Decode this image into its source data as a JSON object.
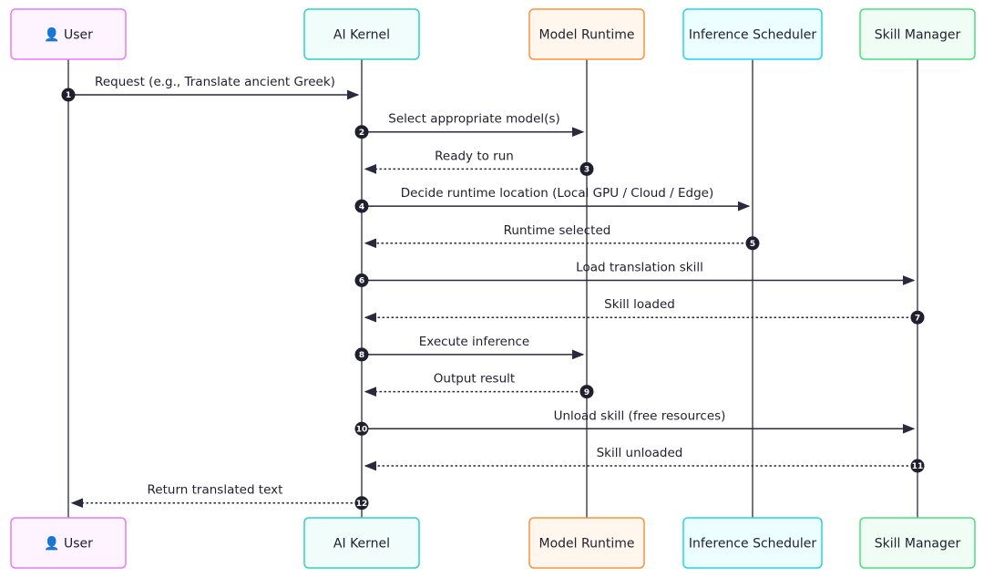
{
  "actors": [
    {
      "id": "user",
      "label": "👤 User",
      "border": "#e879f9",
      "fill": "#fdf4ff",
      "icon": "user-icon"
    },
    {
      "id": "kernel",
      "label": "AI Kernel",
      "border": "#2dd4bf",
      "fill": "#f0fdfa"
    },
    {
      "id": "runtime",
      "label": "Model Runtime",
      "border": "#fb923c",
      "fill": "#fff7ed"
    },
    {
      "id": "scheduler",
      "label": "Inference Scheduler",
      "border": "#22d3ee",
      "fill": "#ecfeff"
    },
    {
      "id": "skills",
      "label": "Skill Manager",
      "border": "#4ade80",
      "fill": "#f0fdf4"
    }
  ],
  "messages": [
    {
      "num": "1",
      "from": "user",
      "to": "kernel",
      "label": "Request (e.g., Translate ancient Greek)",
      "dashed": false
    },
    {
      "num": "2",
      "from": "kernel",
      "to": "runtime",
      "label": "Select appropriate model(s)",
      "dashed": false
    },
    {
      "num": "3",
      "from": "runtime",
      "to": "kernel",
      "label": "Ready to run",
      "dashed": true
    },
    {
      "num": "4",
      "from": "kernel",
      "to": "scheduler",
      "label": "Decide runtime location (Local GPU / Cloud / Edge)",
      "dashed": false
    },
    {
      "num": "5",
      "from": "scheduler",
      "to": "kernel",
      "label": "Runtime selected",
      "dashed": true
    },
    {
      "num": "6",
      "from": "kernel",
      "to": "skills",
      "label": "Load translation skill",
      "dashed": false
    },
    {
      "num": "7",
      "from": "skills",
      "to": "kernel",
      "label": "Skill loaded",
      "dashed": true
    },
    {
      "num": "8",
      "from": "kernel",
      "to": "runtime",
      "label": "Execute inference",
      "dashed": false
    },
    {
      "num": "9",
      "from": "runtime",
      "to": "kernel",
      "label": "Output result",
      "dashed": true
    },
    {
      "num": "10",
      "from": "kernel",
      "to": "skills",
      "label": "Unload skill (free resources)",
      "dashed": false
    },
    {
      "num": "11",
      "from": "skills",
      "to": "kernel",
      "label": "Skill unloaded",
      "dashed": true
    },
    {
      "num": "12",
      "from": "kernel",
      "to": "user",
      "label": "Return translated text",
      "dashed": true
    }
  ],
  "line_color": "#2a2a3e"
}
